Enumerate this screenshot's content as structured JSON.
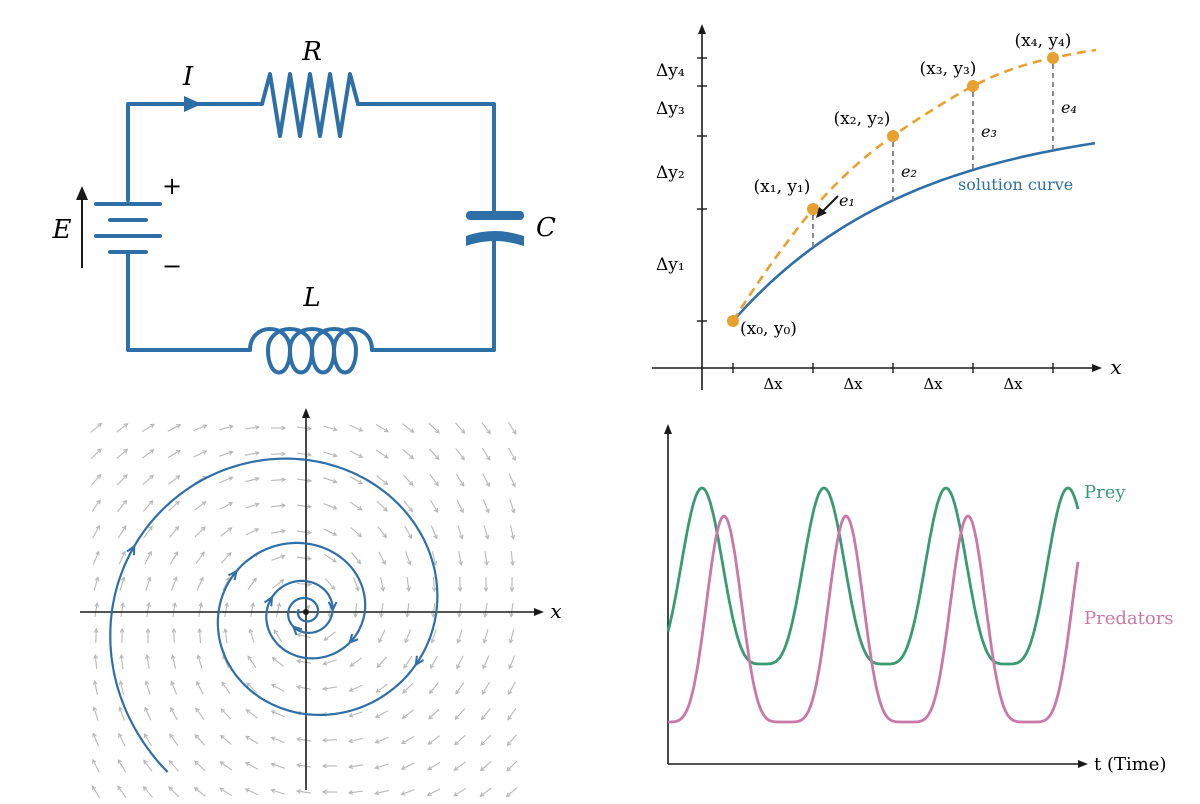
{
  "colors": {
    "circuit": "#2f6fa8",
    "approx": "#e8a02e",
    "solution": "#2f6fa8",
    "axis": "#1a1a1a",
    "dash": "#8a8a8a",
    "field": "#b8b8b8",
    "spiral": "#2f6fa8",
    "prey": "#3a9a72",
    "predators": "#c978a8"
  },
  "circuit": {
    "resistor_label": "R",
    "inductor_label": "L",
    "capacitor_label": "C",
    "source_label": "E",
    "current_label": "I",
    "plus_sign": "+",
    "minus_sign": "−"
  },
  "euler": {
    "x_axis_label": "x",
    "solution_label": "solution curve",
    "points": [
      {
        "label": "(x₀, y₀)"
      },
      {
        "label": "(x₁, y₁)"
      },
      {
        "label": "(x₂, y₂)"
      },
      {
        "label": "(x₃, y₃)"
      },
      {
        "label": "(x₄, y₄)"
      }
    ],
    "errors": [
      "e₁",
      "e₂",
      "e₃",
      "e₄"
    ],
    "dx_labels": [
      "Δx",
      "Δx",
      "Δx",
      "Δx"
    ],
    "dy_labels": [
      "Δy₁",
      "Δy₂",
      "Δy₃",
      "Δy₄"
    ]
  },
  "phase": {
    "x_axis_label": "x"
  },
  "population": {
    "x_axis_label": "t (Time)",
    "series": [
      {
        "name": "Prey"
      },
      {
        "name": "Predators"
      }
    ]
  }
}
